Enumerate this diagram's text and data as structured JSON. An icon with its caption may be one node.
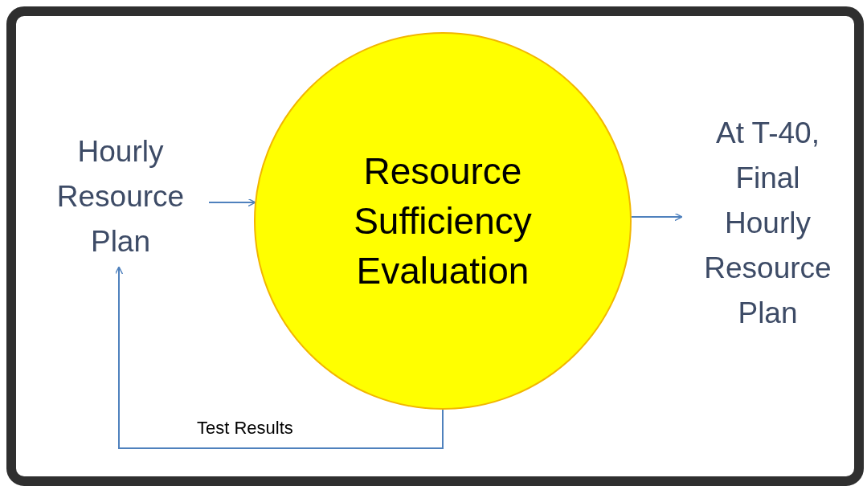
{
  "diagram": {
    "nodes": [
      {
        "text": [
          "Hourly Resource Plan"
        ]
      },
      {
        "text": [
          "Resource Sufficiency Evaluation"
        ]
      },
      {
        "text": [
          "At T-40, Final Hourly Resource Plan"
        ]
      }
    ],
    "edges": [
      {
        "from": 0,
        "to": 1,
        "arrow": "to"
      },
      {
        "from": 1,
        "to": 2,
        "arrow": "to"
      },
      {
        "from": 1,
        "to": 0,
        "arrow": "to",
        "label": "Test Results"
      }
    ]
  }
}
